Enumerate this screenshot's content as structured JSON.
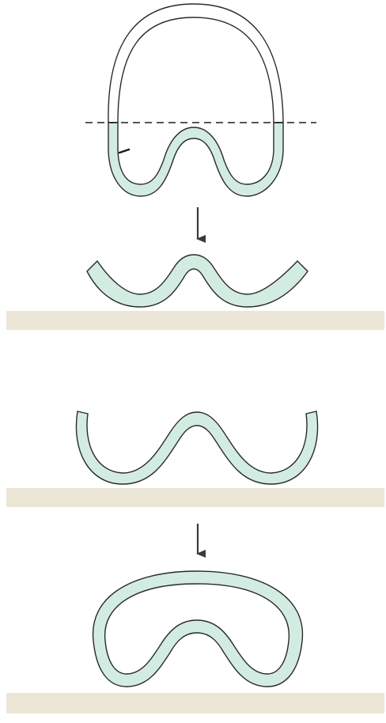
{
  "colors": {
    "background": "#ffffff",
    "tube_fill": "#d3ece2",
    "outline": "#2a2a2a",
    "ground": "#ece6d6",
    "arrow": "#3a3a3a",
    "cut_line": "#1e1e1e"
  },
  "panels": [
    {
      "name": "ring-with-cut-line",
      "description_visible": false
    },
    {
      "name": "cut-segment-on-surface"
    },
    {
      "name": "curled-segment-on-surface"
    },
    {
      "name": "closed-kidney-shape-on-surface"
    }
  ],
  "arrows": [
    {
      "name": "down-arrow-1",
      "direction": "down"
    },
    {
      "name": "down-arrow-2",
      "direction": "down"
    }
  ]
}
